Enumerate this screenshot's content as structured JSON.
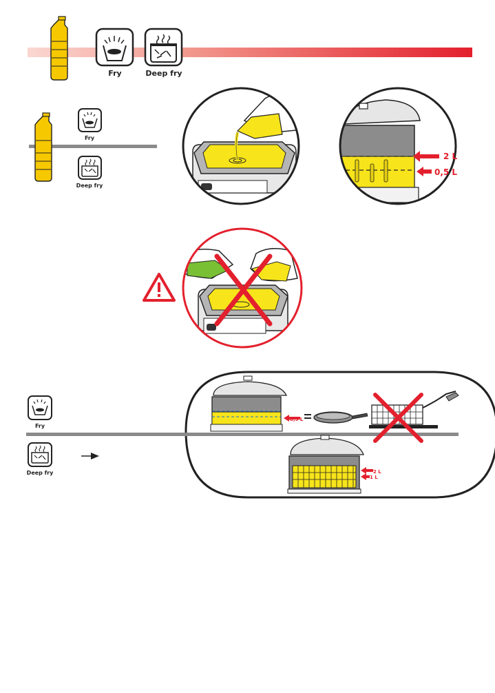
{
  "header": {
    "fry_label": "Fry",
    "deep_fry_label": "Deep fry"
  },
  "section_oil_choice": {
    "fry_label": "Fry",
    "deep_fry_label": "Deep fry"
  },
  "oil_levels": {
    "max_label": "2 L",
    "min_label": "0,5 L"
  },
  "section_modes": {
    "fry_label": "Fry",
    "deep_fry_label": "Deep fry",
    "fry_level_label": "0,5 L",
    "deep_fry_max_label": "2 L",
    "deep_fry_min_label": "1 L"
  },
  "colors": {
    "accent_red": "#e3202d",
    "oil_yellow": "#f7e41a",
    "bottle_yellow": "#f6c800",
    "outline": "#222222"
  },
  "icons": [
    "oil-bottle-icon",
    "fry-mode-icon",
    "deep-fry-mode-icon",
    "warning-icon",
    "arrow-right-icon"
  ]
}
